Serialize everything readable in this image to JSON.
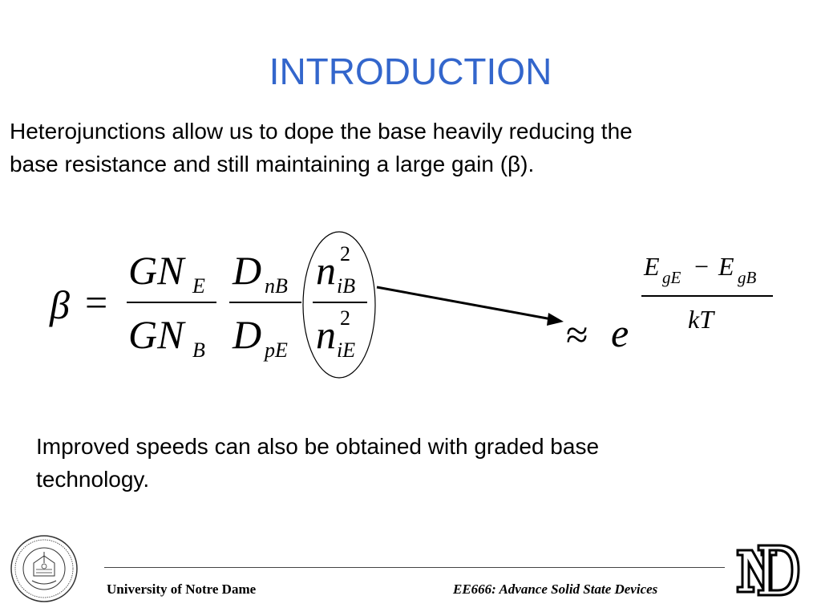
{
  "slide": {
    "title": "INTRODUCTION",
    "paragraph1": {
      "line1": "Heterojunctions allow us to dope the base heavily reducing the",
      "line2": "base resistance and still maintaining a large gain (β)."
    },
    "paragraph2": {
      "line1": "Improved speeds can also be obtained with graded base",
      "line2": "technology."
    }
  },
  "equation": {
    "beta": "β",
    "equals": "=",
    "approx": "≈",
    "e": "e",
    "GN": "GN",
    "E": "E",
    "B": "B",
    "D": "D",
    "nB": "nB",
    "pE": "pE",
    "n": "n",
    "iB": "iB",
    "iE": "iE",
    "sq": "2",
    "Eg1": "E",
    "gE": "gE",
    "minus": "−",
    "Eg2": "E",
    "gB": "gB",
    "kT": "kT"
  },
  "footer": {
    "left_text": "University of Notre Dame",
    "right_text": "EE666: Advance Solid State Devices",
    "seal_icon": "university-seal-icon",
    "logo_icon": "nd-monogram-icon"
  },
  "colors": {
    "title": "#3366cc",
    "text": "#000000",
    "background": "#ffffff"
  }
}
